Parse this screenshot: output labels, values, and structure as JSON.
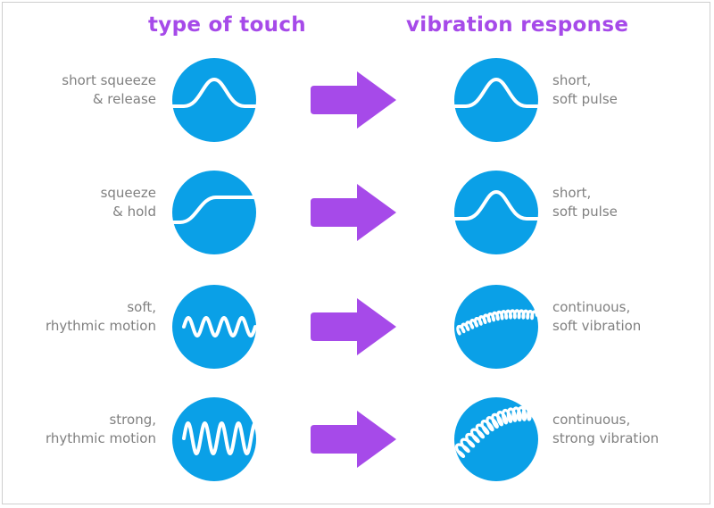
{
  "headers": {
    "left": "type of touch",
    "right": "vibration response"
  },
  "colors": {
    "accent": "#a64ae9",
    "circle": "#0aa0e7",
    "label": "#808080"
  },
  "rows": [
    {
      "touch": [
        "short squeeze",
        "& release"
      ],
      "touch_icon": "bump-wave-icon",
      "response": [
        "short,",
        "soft pulse"
      ],
      "response_icon": "bump-wave-icon"
    },
    {
      "touch": [
        "squeeze",
        "& hold"
      ],
      "touch_icon": "step-wave-icon",
      "response": [
        "short,",
        "soft pulse"
      ],
      "response_icon": "bump-wave-icon"
    },
    {
      "touch": [
        "soft,",
        "rhythmic motion"
      ],
      "touch_icon": "sine-wave-icon",
      "response": [
        "continuous,",
        "soft vibration"
      ],
      "response_icon": "coil-wave-icon"
    },
    {
      "touch": [
        "strong,",
        "rhythmic motion"
      ],
      "touch_icon": "tall-sine-wave-icon",
      "response": [
        "continuous,",
        "strong vibration"
      ],
      "response_icon": "tall-coil-wave-icon"
    }
  ]
}
